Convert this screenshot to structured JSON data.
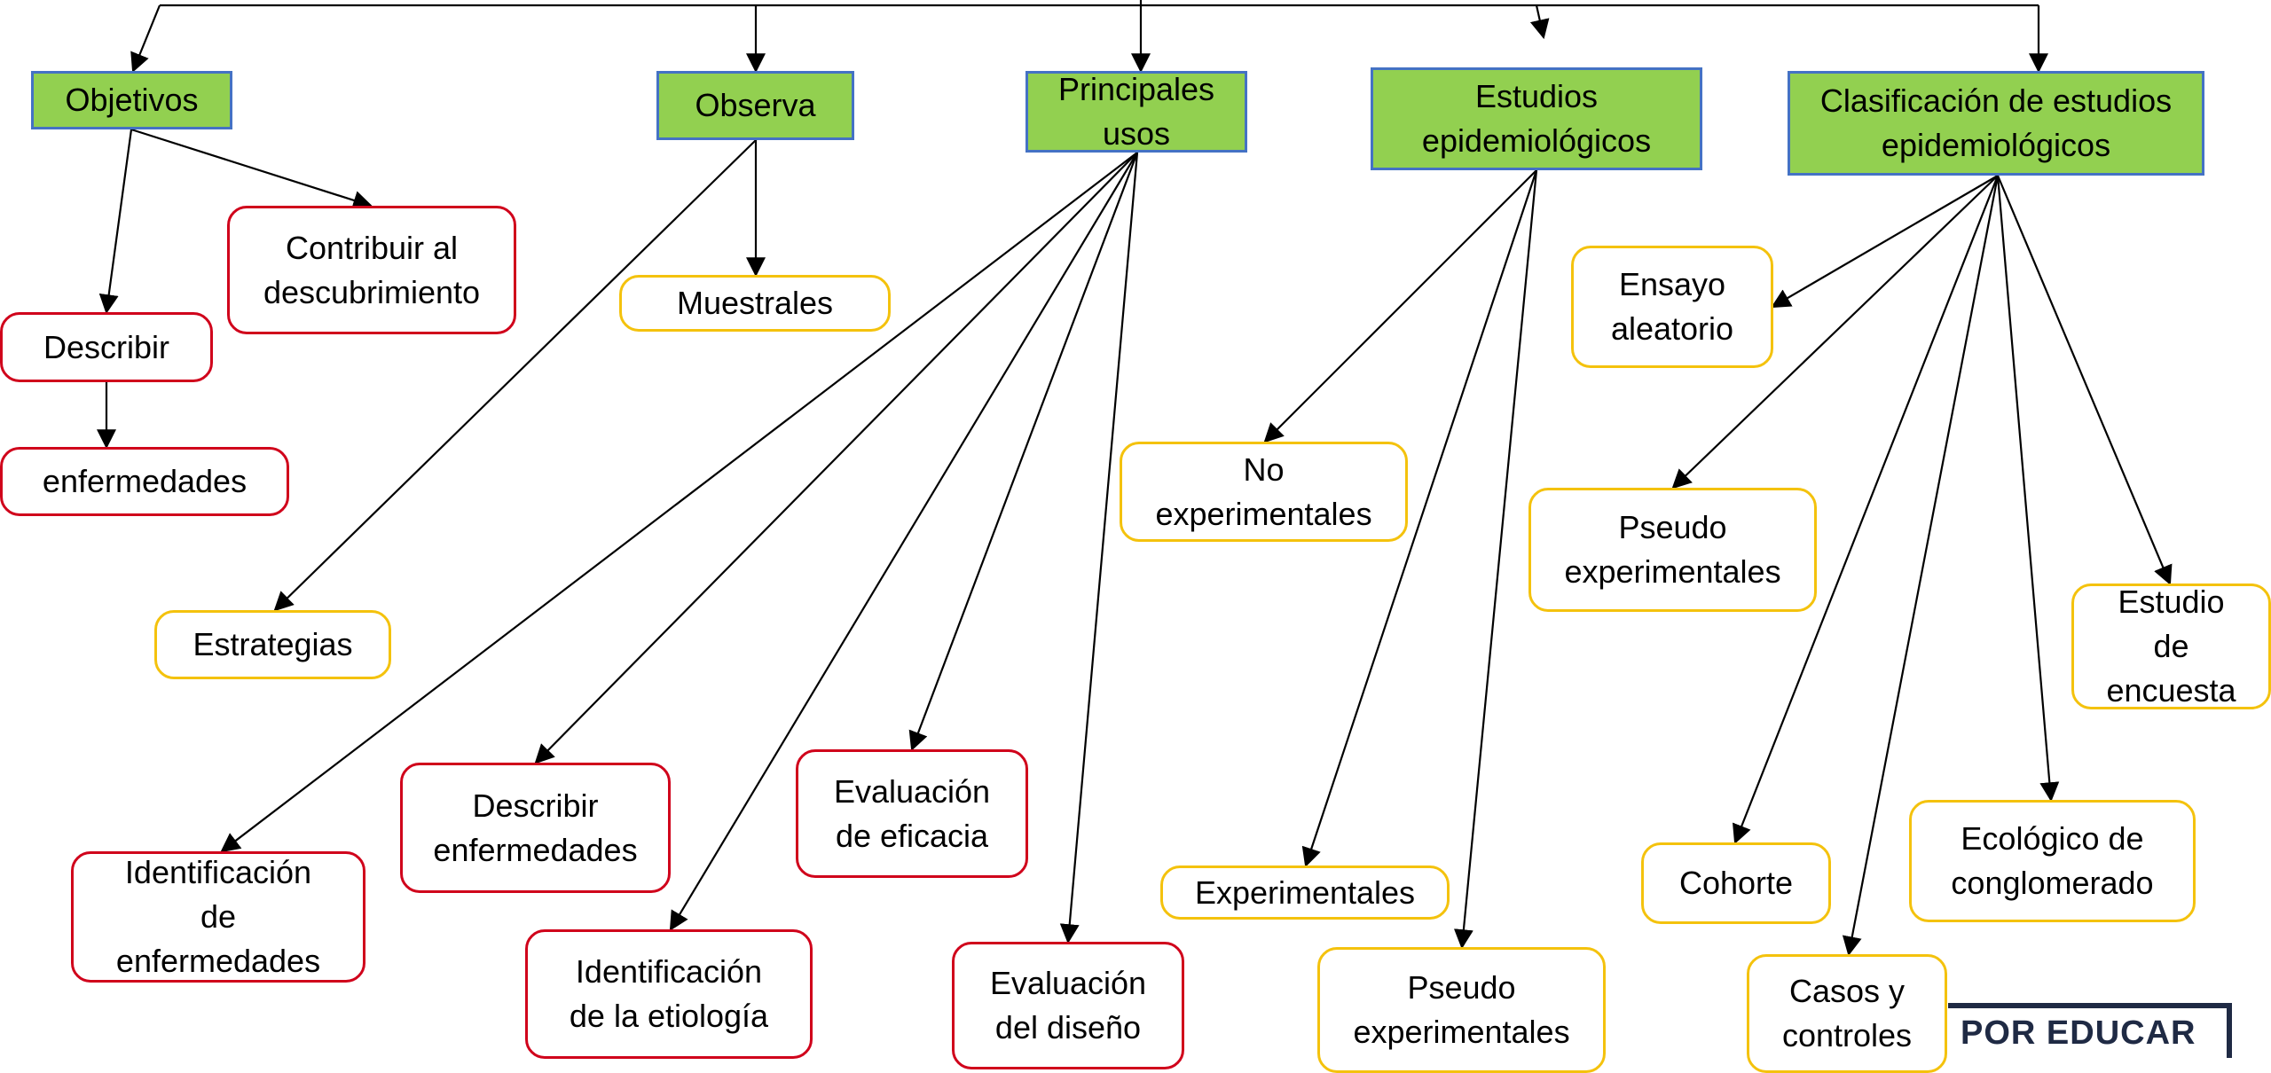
{
  "nodes": {
    "objetivos": "Objetivos",
    "observa": "Observa",
    "principales_usos": "Principales\nusos",
    "estudios_epidemiologicos": "Estudios\nepidemiológicos",
    "clasificacion": "Clasificación de estudios\nepidemiológicos",
    "contribuir": "Contribuir al\ndescubrimiento",
    "describir": "Describir",
    "enfermedades": "enfermedades",
    "muestrales": "Muestrales",
    "estrategias": "Estrategias",
    "identificacion_enfermedades": "Identificación\nde\nenfermedades",
    "describir_enfermedades": "Describir\nenfermedades",
    "identificacion_etiologia": "Identificación\nde la etiología",
    "evaluacion_eficacia": "Evaluación\nde eficacia",
    "evaluacion_diseno": "Evaluación\ndel diseño",
    "no_experimentales": "No\nexperimentales",
    "experimentales": "Experimentales",
    "pseudo_experimentales_1": "Pseudo\nexperimentales",
    "ensayo_aleatorio": "Ensayo\naleatorio",
    "pseudo_experimentales_2": "Pseudo\nexperimentales",
    "estudio_encuesta": "Estudio\nde\nencuesta",
    "cohorte": "Cohorte",
    "ecologico": "Ecológico de\nconglomerado",
    "casos_controles": "Casos y\ncontroles"
  },
  "colors": {
    "header_fill": "#92d050",
    "header_border": "#4472c4",
    "red_border": "#d0021b",
    "gold_border": "#f4c20d"
  },
  "watermark": "POR EDUCAR"
}
